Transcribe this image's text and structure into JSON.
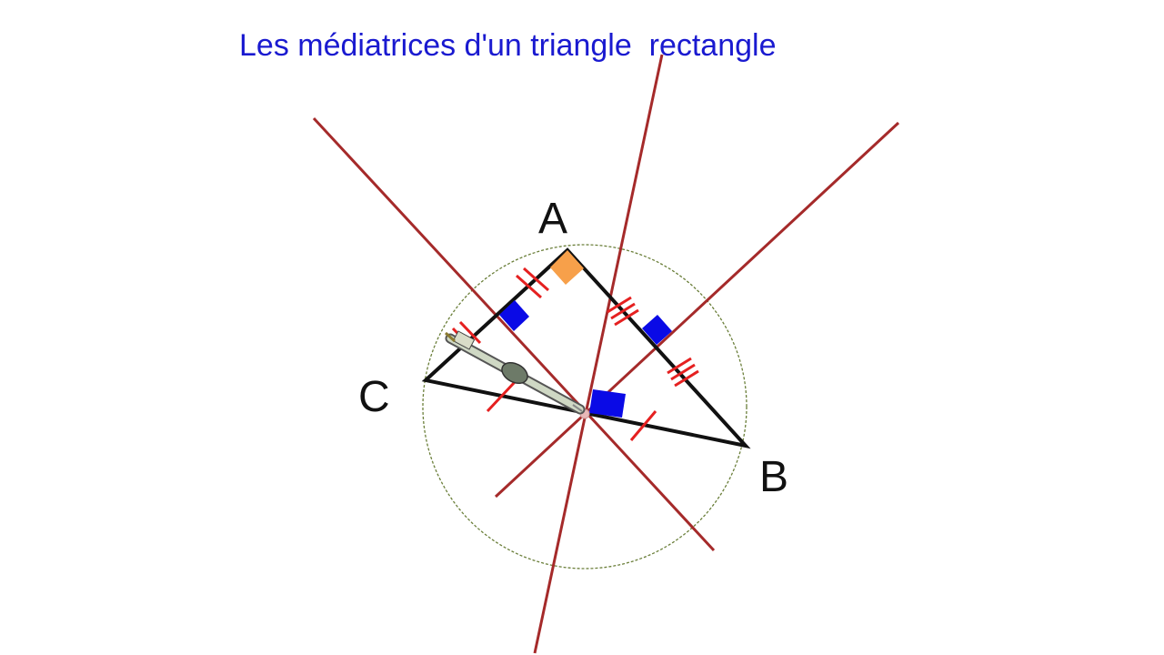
{
  "title": "Les médiatrices d'un triangle  rectangle",
  "vertices": {
    "a": "A",
    "b": "B",
    "c": "C"
  },
  "colors": {
    "title": "#1a1ad0",
    "triangle": "#111111",
    "bisector": "#a52a2a",
    "tick_marks": "#e52020",
    "right_angle_at_midpoint": "#0a0ae6",
    "right_angle_at_vertex": "#f7a04a",
    "circumcircle": "#6b7f3a"
  },
  "icons": {
    "compass": "compass-icon"
  }
}
